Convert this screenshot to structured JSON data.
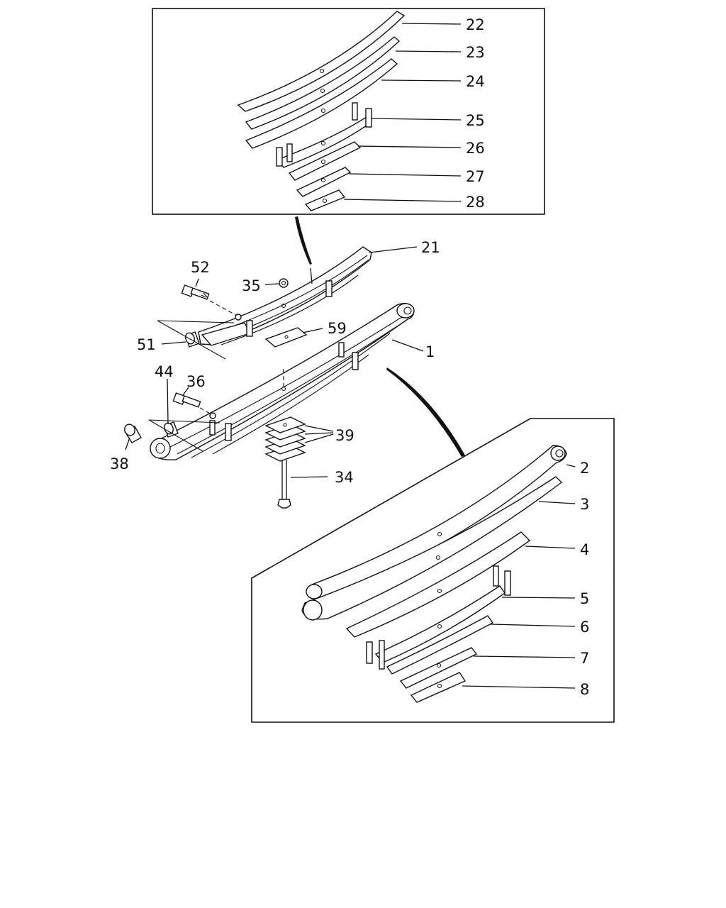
{
  "diagram": {
    "callouts": {
      "c22": "22",
      "c23": "23",
      "c24": "24",
      "c25": "25",
      "c26": "26",
      "c27": "27",
      "c28": "28",
      "c21": "21",
      "c52": "52",
      "c35": "35",
      "c59": "59",
      "c51": "51",
      "c1": "1",
      "c44": "44",
      "c36": "36",
      "c38": "38",
      "c39": "39",
      "c34": "34",
      "c2": "2",
      "c3": "3",
      "c4": "4",
      "c5": "5",
      "c6": "6",
      "c7": "7",
      "c8": "8"
    }
  }
}
